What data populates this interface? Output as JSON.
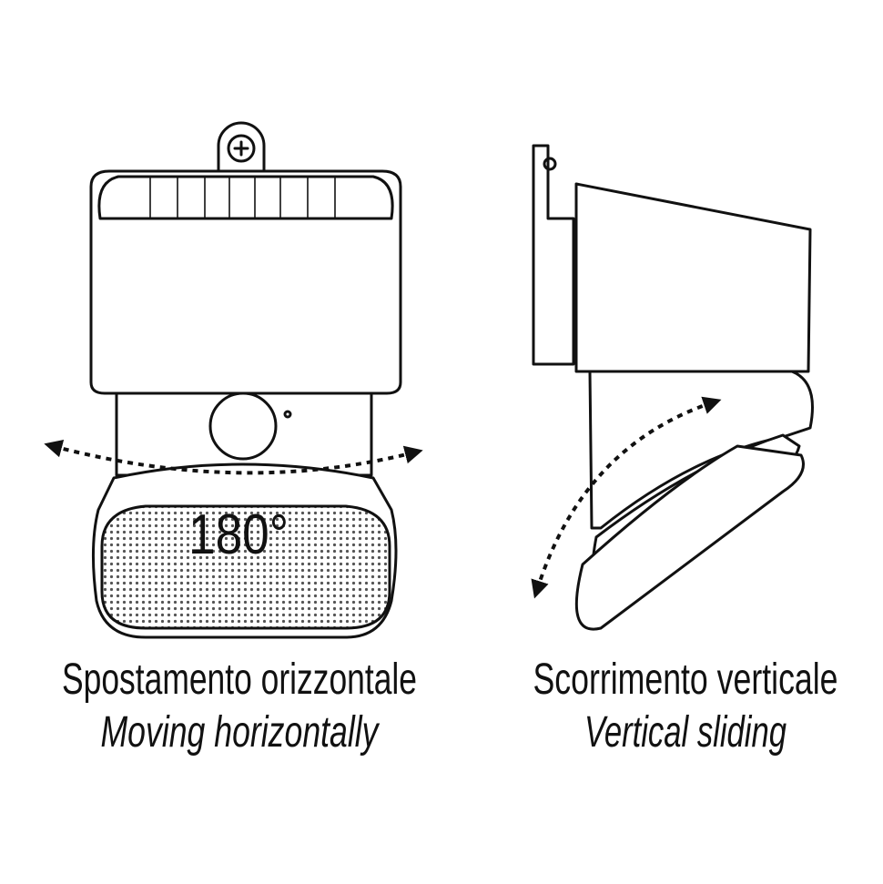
{
  "left_panel": {
    "angle_label": "180°",
    "caption_it": "Spostamento orizzontale",
    "caption_en": "Moving horizontally"
  },
  "right_panel": {
    "caption_it": "Scorrimento verticale",
    "caption_en": "Vertical sliding"
  }
}
